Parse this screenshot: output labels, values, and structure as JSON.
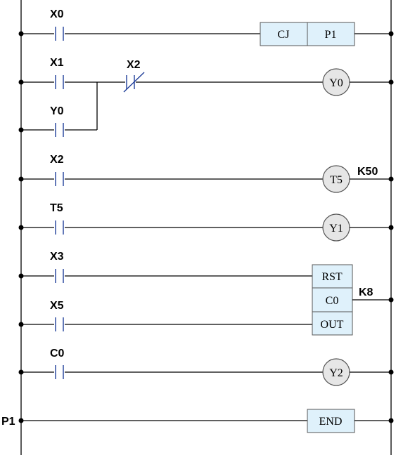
{
  "rails": {
    "left_label_p1": "P1"
  },
  "rungs": [
    {
      "contact": "X0",
      "instruction": {
        "type": "CJ",
        "op": "CJ",
        "arg": "P1"
      }
    },
    {
      "contact": "X1",
      "parallel": "Y0",
      "series_nc": "X2",
      "coil": "Y0"
    },
    {
      "contact": "X2",
      "coil": "T5",
      "constant": "K50"
    },
    {
      "contact": "T5",
      "coil": "Y1"
    },
    {
      "contact_reset": "X3",
      "contact_count": "X5",
      "counter": {
        "reset": "RST",
        "name": "C0",
        "out": "OUT",
        "constant": "K8"
      }
    },
    {
      "contact": "C0",
      "coil": "Y2"
    },
    {
      "end": "END"
    }
  ]
}
